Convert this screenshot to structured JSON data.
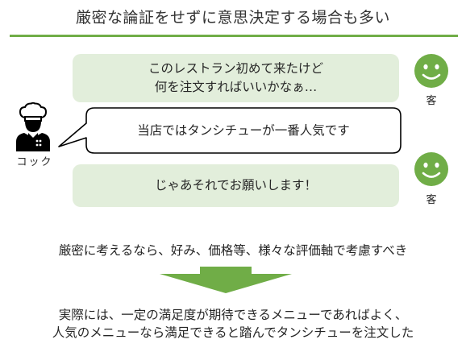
{
  "title": "厳密な論証をせずに意思決定する場合も多い",
  "dialogue": {
    "guest_first": {
      "lines": [
        "このレストラン初めて来たけど",
        "何を注文すればいいかなぁ…"
      ]
    },
    "cook": {
      "text": "当店ではタンシチューが一番人気です"
    },
    "guest_second": {
      "text": "じゃあそれでお願いします！"
    }
  },
  "speakers": {
    "guest_label": "客",
    "cook_label": "コック"
  },
  "statement": "厳密に考えるなら、好み、価格等、様々な評価軸で考慮すべき",
  "conclusion": {
    "lines": [
      "実際には、一定の満足度が期待できるメニューであればよく、",
      "人気のメニューなら満足できると踏んでタンシチューを注文した"
    ]
  },
  "colors": {
    "accent_green": "#70ad47",
    "bubble_fill": "#e2eedb",
    "smiley_face": "#70ad47"
  },
  "icons": {
    "guest": "smiley-face-icon",
    "cook": "chef-icon",
    "flow": "down-arrow-icon"
  }
}
